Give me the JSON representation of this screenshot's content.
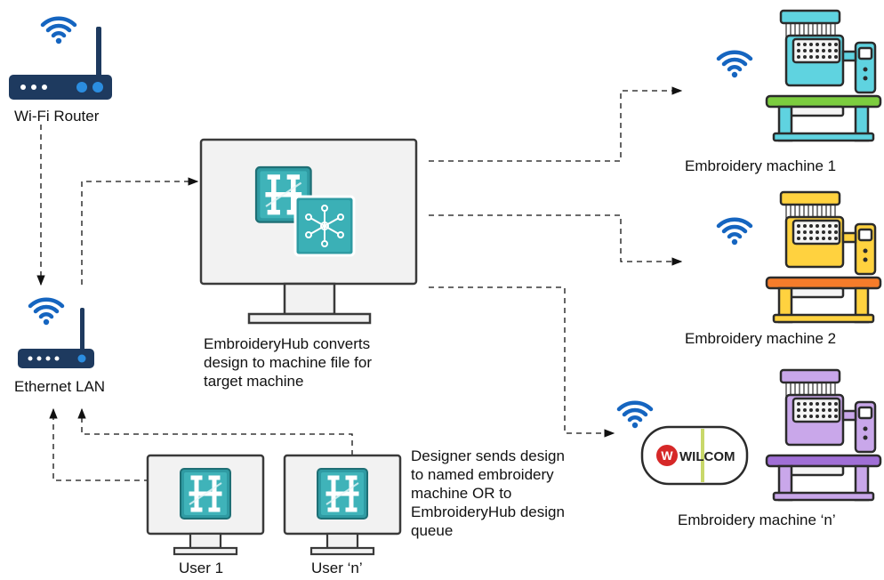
{
  "router": {
    "label": "Wi-Fi Router",
    "icon": "wifi-router-icon"
  },
  "lan": {
    "label": "Ethernet LAN",
    "icon": "lan-router-icon"
  },
  "hub": {
    "caption_lines": [
      "EmbroideryHub converts",
      "design to machine file for",
      "target machine"
    ],
    "icons": [
      "monitor-icon",
      "embroideryhub-logo-icon",
      "network-hub-icon"
    ]
  },
  "designer_note": {
    "lines": [
      "Designer sends design",
      "to named embroidery",
      "machine OR to",
      "EmbroideryHub design",
      "queue"
    ]
  },
  "users": [
    {
      "label": "User 1"
    },
    {
      "label": "User ‘n’"
    }
  ],
  "machines": [
    {
      "label": "Embroidery machine 1",
      "color": "#5fd3e0"
    },
    {
      "label": "Embroidery machine 2",
      "color": "#ffd23f"
    },
    {
      "label": "Embroidery machine ‘n’",
      "color": "#c9a7ea"
    }
  ],
  "wilcom_badge": {
    "text": "WILCOM",
    "logo_letter": "W"
  },
  "colors": {
    "router_body": "#1e3a5f",
    "wifi_blue": "#1565c0",
    "monitor_frame": "#2b2b2b",
    "monitor_screen": "#f4f4f4",
    "logo_teal": "#2f9ba3",
    "wilcom_red": "#d62828",
    "machine_base_green": "#7ccd3f",
    "machine_base_orange": "#f57c2b",
    "machine_base_purple": "#a06fd6"
  }
}
